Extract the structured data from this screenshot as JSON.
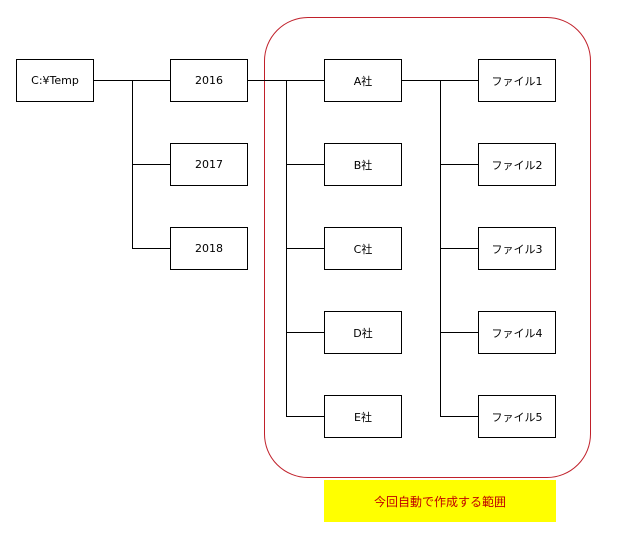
{
  "tree": {
    "root": "C:¥Temp",
    "years": [
      "2016",
      "2017",
      "2018"
    ],
    "companies": [
      "A社",
      "B社",
      "C社",
      "D社",
      "E社"
    ],
    "files": [
      "ファイル1",
      "ファイル2",
      "ファイル3",
      "ファイル4",
      "ファイル5"
    ]
  },
  "scope_note": "今回自動で作成する範囲",
  "colors": {
    "scope_border": "#c0202a",
    "note_bg": "#ffff00",
    "note_text": "#c00000"
  }
}
